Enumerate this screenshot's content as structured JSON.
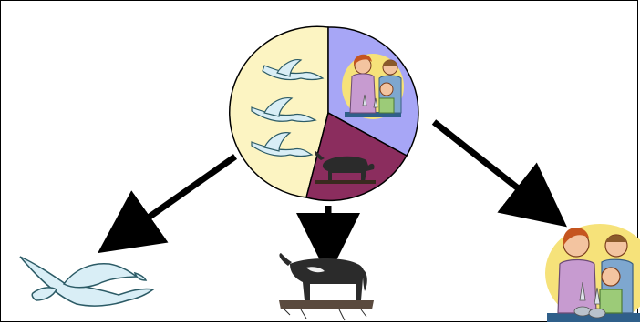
{
  "diagram": {
    "pie": {
      "segments": [
        {
          "name": "birds",
          "color": "#FCF4C2"
        },
        {
          "name": "family",
          "color": "#A7A6F6"
        },
        {
          "name": "cow",
          "color": "#8B2D5E"
        }
      ],
      "stroke_color": "#000000"
    },
    "arrows": [
      {
        "name": "to-bird",
        "color": "#000000"
      },
      {
        "name": "to-cow",
        "color": "#000000"
      },
      {
        "name": "to-family",
        "color": "#000000"
      }
    ],
    "illustrations": [
      {
        "name": "bird-clipart",
        "color": "#D9EEF6"
      },
      {
        "name": "cow-clipart",
        "color": "#2B2B2B"
      },
      {
        "name": "family-clipart",
        "color": "#F6E27A"
      }
    ]
  }
}
